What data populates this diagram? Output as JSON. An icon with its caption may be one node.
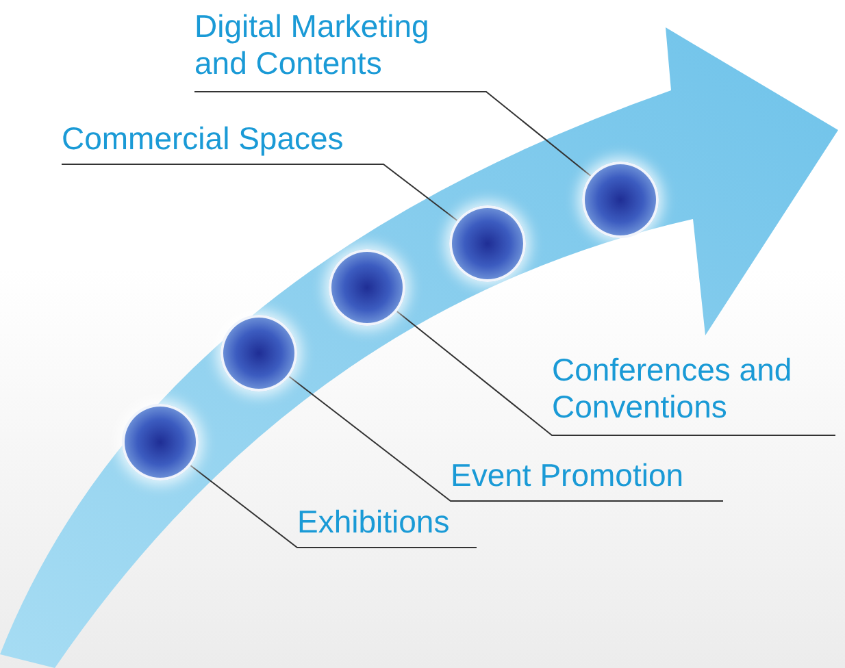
{
  "diagram": {
    "nodes": [
      {
        "text": [
          "Digital Marketing and Contents"
        ]
      },
      {
        "text": [
          "Commercial Spaces"
        ]
      },
      {
        "text": [
          "Conferences and Conventions"
        ]
      },
      {
        "text": [
          "Event Promotion"
        ]
      },
      {
        "text": [
          "Exhibitions"
        ]
      },
      {
        "text": [],
        "shape": "circle"
      },
      {
        "text": [],
        "shape": "circle"
      },
      {
        "text": [],
        "shape": "circle"
      },
      {
        "text": [],
        "shape": "circle"
      },
      {
        "text": [],
        "shape": "circle"
      }
    ],
    "edges": [
      {
        "from": 0,
        "to": 9,
        "arrow": "none"
      },
      {
        "from": 1,
        "to": 8,
        "arrow": "none"
      },
      {
        "from": 2,
        "to": 7,
        "arrow": "none"
      },
      {
        "from": 3,
        "to": 6,
        "arrow": "none"
      },
      {
        "from": 4,
        "to": 5,
        "arrow": "none"
      }
    ]
  }
}
